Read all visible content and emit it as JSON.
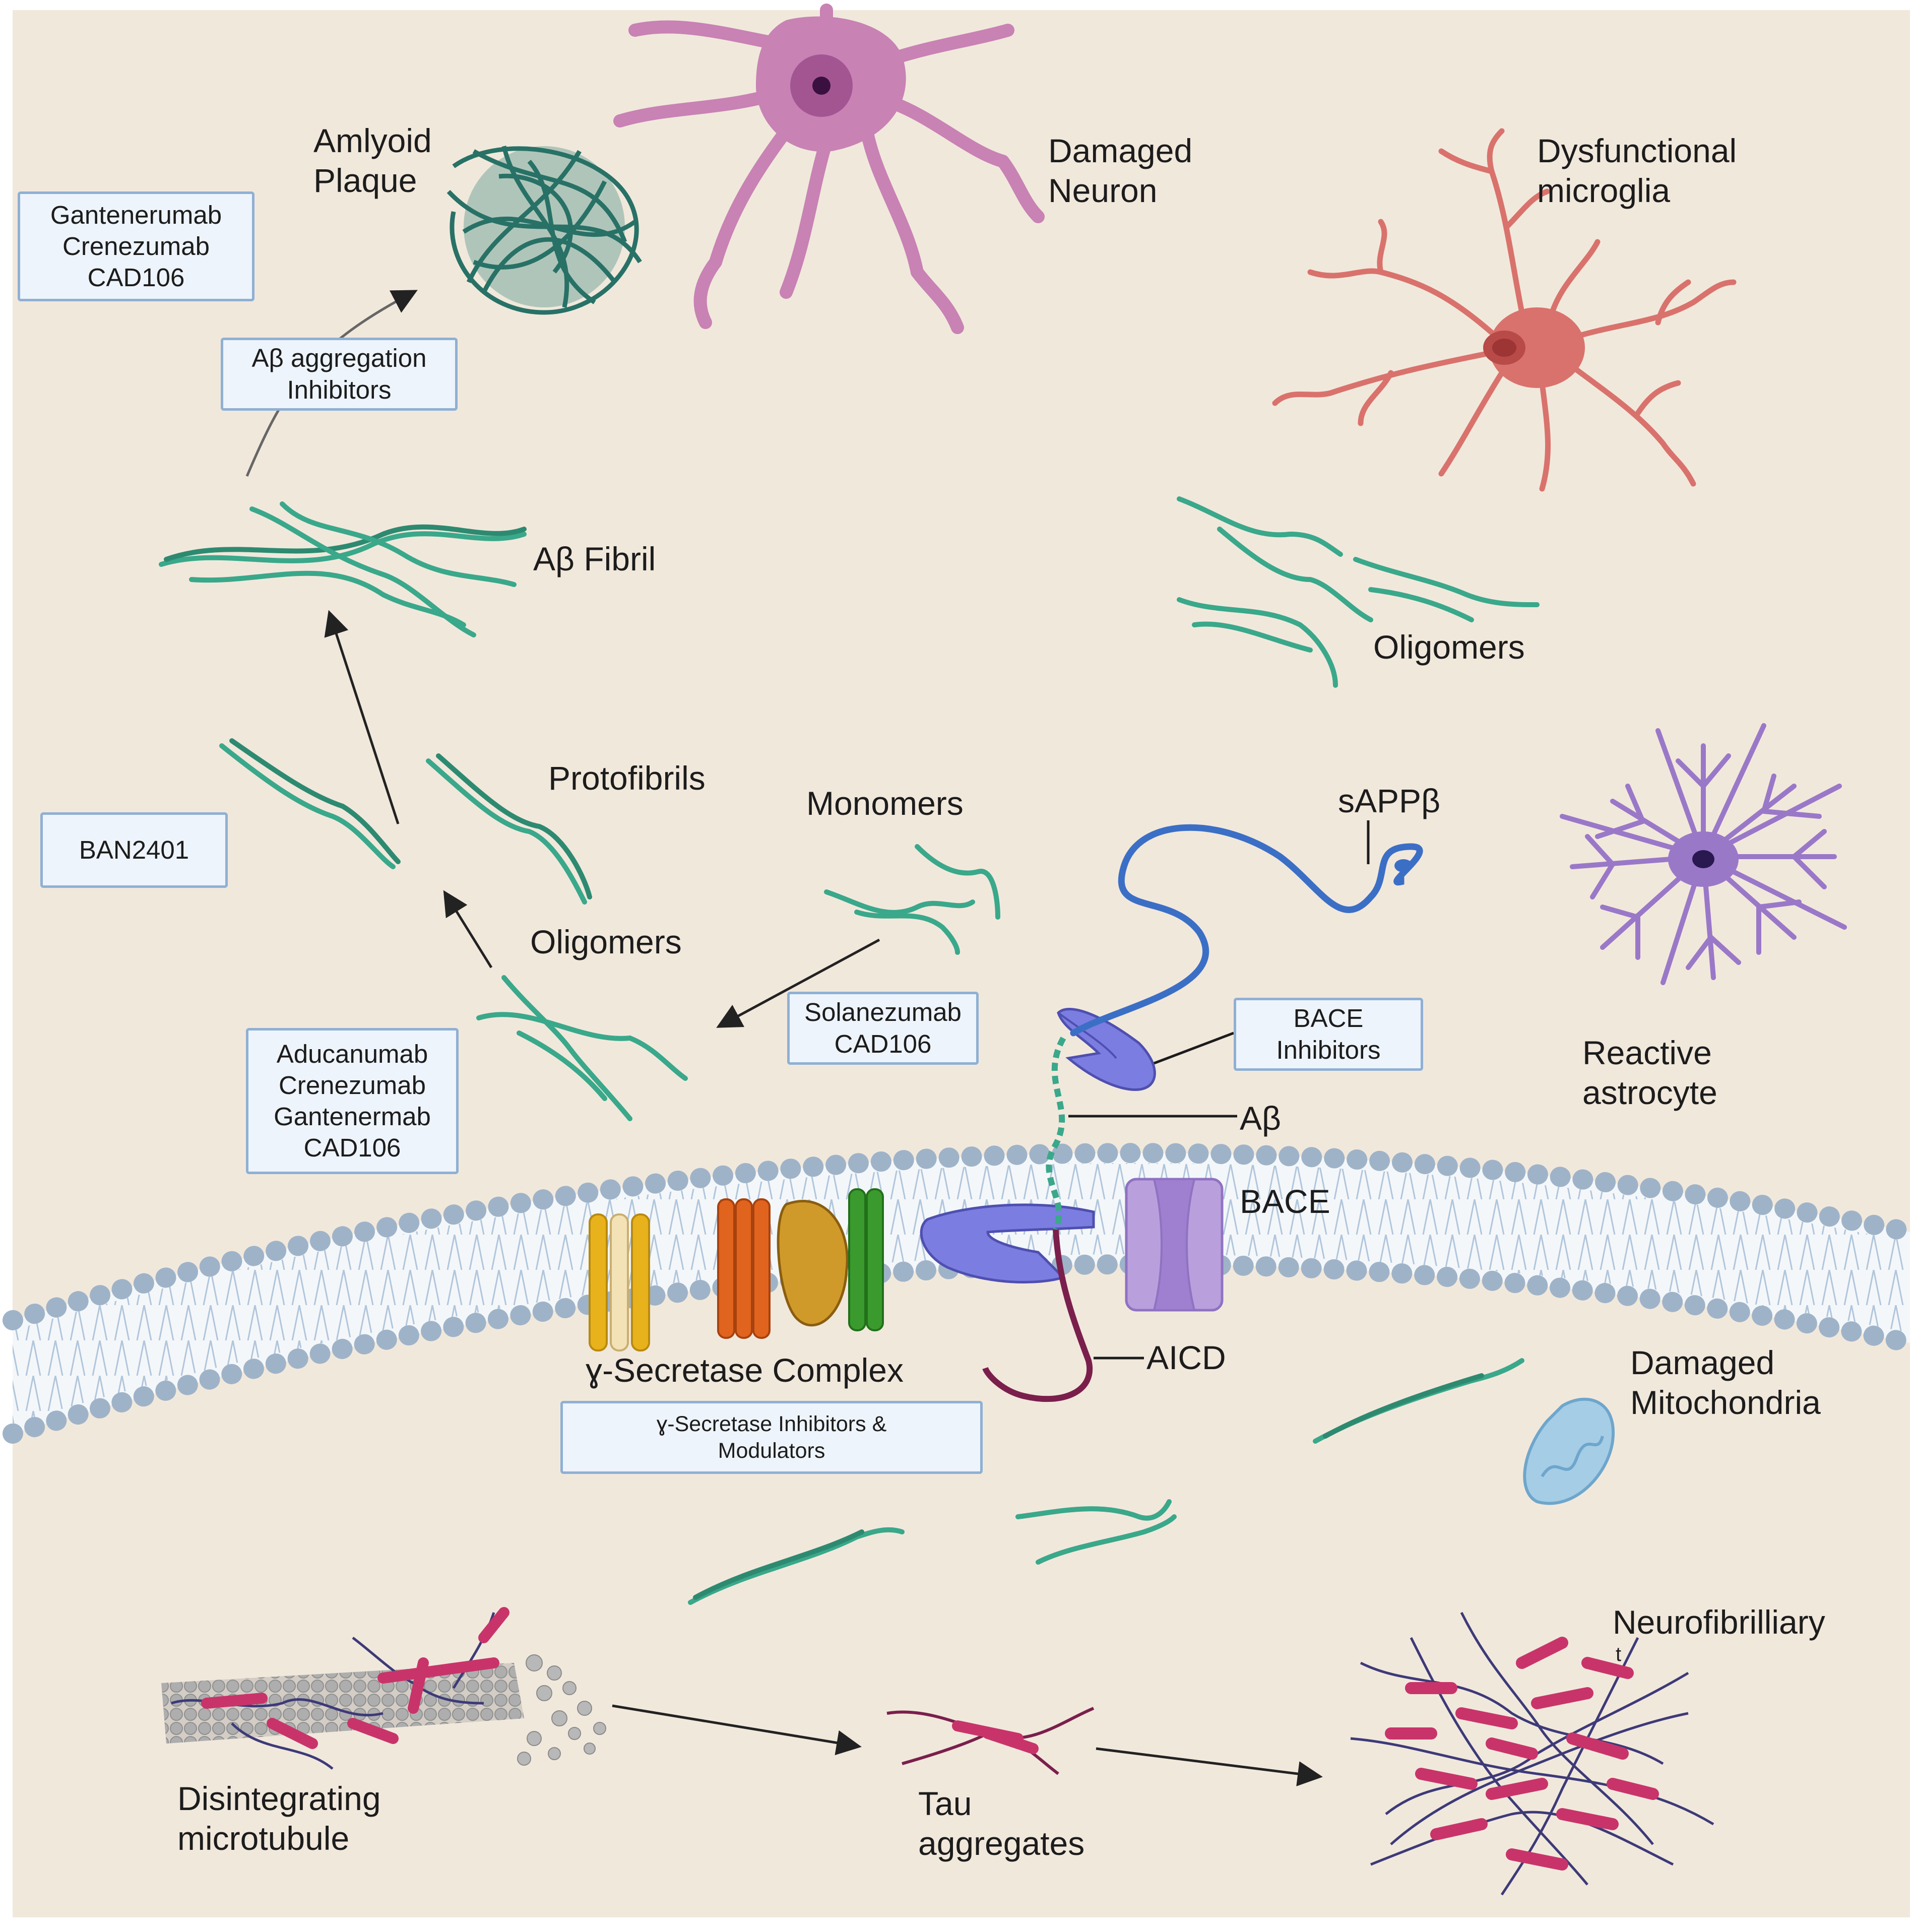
{
  "labels": {
    "amyloid_plaque": [
      "Amlyoid",
      "Plaque"
    ],
    "damaged_neuron": [
      "Damaged",
      "Neuron"
    ],
    "dysfunctional_microglia": [
      "Dysfunctional",
      "microglia"
    ],
    "abeta_fibril": "Aβ Fibril",
    "oligomers_right": "Oligomers",
    "protofibrils": "Protofibrils",
    "monomers": "Monomers",
    "sappb": "sAPPβ",
    "oligomers_left": "Oligomers",
    "abeta": "Aβ",
    "bace": "BACE",
    "reactive_astrocyte": [
      "Reactive",
      "astrocyte"
    ],
    "aicd": "AICD",
    "gamma_secretase_complex": "ɣ-Secretase Complex",
    "damaged_mitochondria": [
      "Damaged",
      "Mitochondria"
    ],
    "neurofibrillary": [
      "Neurofibrilliary",
      "t"
    ],
    "disintegrating_microtubule": [
      "Disintegrating",
      "microtubule"
    ],
    "tau_aggregates": [
      "Tau",
      "aggregates"
    ]
  },
  "boxes": {
    "gantenerumab_group": [
      "Gantenerumab",
      "Crenezumab",
      "CAD106"
    ],
    "aggregation_inhibitors": [
      "Aβ aggregation",
      "Inhibitors"
    ],
    "ban2401": [
      "BAN2401"
    ],
    "aducanumab_group": [
      "Aducanumab",
      "Crenezumab",
      "Gantenermab",
      "CAD106"
    ],
    "solanezumab_group": [
      "Solanezumab",
      "CAD106"
    ],
    "bace_inhibitors": [
      "BACE",
      "Inhibitors"
    ],
    "gamma_inhibitors": [
      "ɣ-Secretase Inhibitors &",
      "Modulators"
    ]
  },
  "colors": {
    "background": "#f1e8dc",
    "fibril": "#3aa88a",
    "plaque": "#1e6b60",
    "neuron": "#c882b4",
    "microglia": "#d9726c",
    "astrocyte": "#9a78c8",
    "app": "#3b6fc6",
    "bace": "#b9a0dc",
    "tau": "#c8346a",
    "tau_thread": "#3d3a78",
    "membrane_head": "#9fb3c8",
    "box_fill": "#eef4fb",
    "box_border": "#8fb0d4"
  }
}
